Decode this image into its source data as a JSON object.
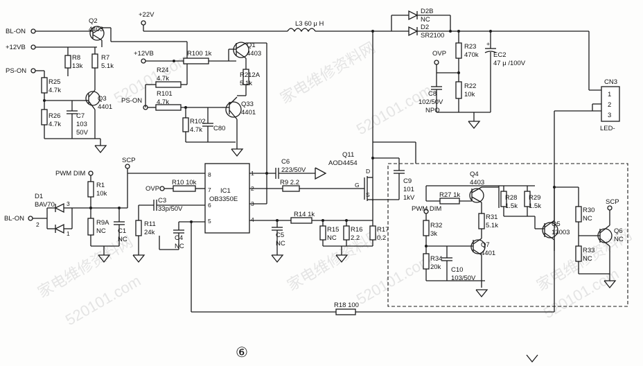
{
  "labels": {
    "bl_on": "BL-ON",
    "v12vb": "+12VB",
    "ps_on": "PS-ON",
    "v22": "+22V",
    "q2": "Q2",
    "q2_pn": "4403",
    "r8": "R8",
    "r8_v": "13k",
    "r7": "R7",
    "r7_v": "5.1k",
    "r25": "R25",
    "r25_v": "4.7k",
    "q3": "Q3",
    "q3_pn": "4401",
    "r26": "R26",
    "r26_v": "4.7k",
    "c7": "C7",
    "c7_v1": "103",
    "c7_v2": "50V",
    "l3": "L3  60 μ H",
    "q1": "Q1",
    "q1_pn": "4403",
    "v12vb_2": "+12VB",
    "r100": "R100  1k",
    "r212a": "R212A",
    "r212a_v": "5.1k",
    "r24": "R24",
    "r24_v": "4.7k",
    "r101": "R101",
    "r101_v": "4.7k",
    "ps_on_2": "PS-ON",
    "q33": "Q33",
    "q33_pn": "4401",
    "r102": "R102",
    "r102_v": "4.7k",
    "c80": "C80",
    "d2b": "D2B",
    "d2b_v": "NC",
    "d2": "D2",
    "d2_v": "SR2100",
    "r23": "R23",
    "r23_v": "470k",
    "ovp": "OVP",
    "ec2": "EC2",
    "ec2_v": "47 μ /100V",
    "r22": "R22",
    "r22_v": "10k",
    "c8": "C8",
    "c8_v1": "102/50V",
    "c8_v2": "NPO",
    "cn3": "CN3",
    "cn3_p1": "1",
    "cn3_p2": "2",
    "cn3_p3": "3",
    "led": "LED-",
    "pwm_dim": "PWM DIM",
    "scp": "SCP",
    "r1": "R1",
    "r1_v": "10k",
    "d1": "D1",
    "d1_v": "BAV70",
    "d1_p3": "3",
    "d1_p2": "2",
    "d1_p1": "1",
    "bl_on_2": "BL-ON",
    "r9a": "R9A",
    "r9a_v": "NC",
    "c1": "C1",
    "c1_v": "NC",
    "r10": "R10  10k",
    "ovp_2": "OVP",
    "c3": "C3",
    "c3_v": "33p/50V",
    "r11": "R11",
    "r11_v": "24k",
    "c4": "C4",
    "c4_v": "NC",
    "ic1": "IC1",
    "ic1_pn": "OB3350E",
    "pin8": "8",
    "pin7": "7",
    "pin6": "6",
    "pin5": "5",
    "pin1": "1",
    "pin2": "2",
    "pin3": "3",
    "pin4": "4",
    "c6": "C6",
    "c6_v": "223/50V",
    "r9": "R9  2.2",
    "r14": "R14  1k",
    "c5": "C5",
    "c5_v": "NC",
    "r15": "R15",
    "r15_v": "NC",
    "r16": "R16",
    "r16_v": "2.2",
    "r17": "R17",
    "r17_v": "0.2",
    "q11": "Q11",
    "q11_pn": "AOD4454",
    "q11_d": "D",
    "q11_g": "G",
    "q11_s": "S",
    "c9": "C9",
    "c9_v1": "101",
    "c9_v2": "1kV",
    "q4": "Q4",
    "q4_pn": "4403",
    "r27": "R27  1k",
    "r28": "R28",
    "r28_v": "1.5k",
    "r29": "R29",
    "r29_v": "1.5k",
    "pwm_dim_2": "PWM DIM",
    "r32": "R32",
    "r32_v": "3k",
    "r31": "R31",
    "r31_v": "5.1k",
    "q7": "Q7",
    "q7_pn": "4401",
    "r34": "R34",
    "r34_v": "20k",
    "c10": "C10",
    "c10_v": "103/50V",
    "q5": "Q5",
    "q5_pn": "13003",
    "r30": "R30",
    "r30_v": "NC",
    "scp_2": "SCP",
    "q6": "Q6",
    "q6_pn": "NC",
    "r33": "R33",
    "r33_v": "NC",
    "r18": "R18  100",
    "figure_number": "⑥"
  },
  "watermark": {
    "brand": "家电维修资料网",
    "site": "520101.com"
  }
}
